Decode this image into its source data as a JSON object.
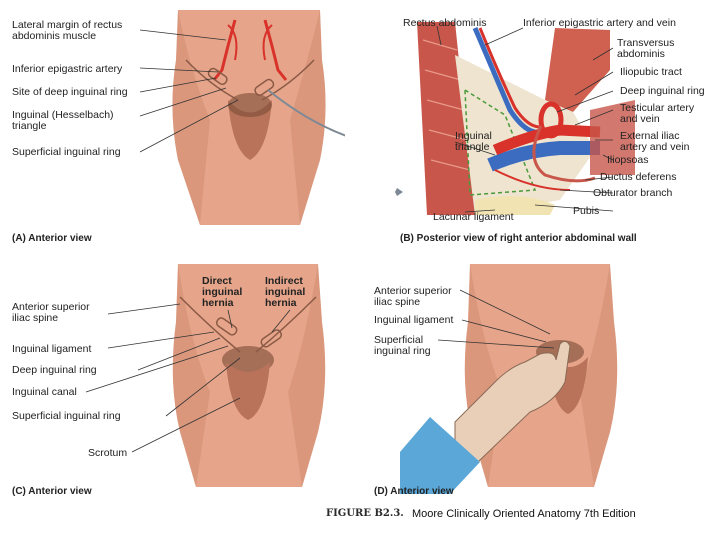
{
  "panel_a": {
    "labels": [
      "Lateral margin of rectus\nabdominis muscle",
      "Inferior epigastric artery",
      "Site of deep inguinal ring",
      "Inguinal (Hesselbach)\ntriangle",
      "Superficial inguinal ring"
    ],
    "caption": "(A) Anterior view"
  },
  "panel_b": {
    "labels_top_left": "Rectus abdominis",
    "labels_top_right": "Inferior epigastric artery and vein",
    "labels_right": [
      "Transversus\nabdominis",
      "Iliopubic tract",
      "Deep inguinal ring",
      "Testicular artery\nand vein",
      "External iliac\nartery and vein",
      "Iliopsoas",
      "Ductus deferens",
      "Obturator branch",
      "Pubis"
    ],
    "label_triangle": "Inguinal\ntriangle",
    "label_lacunar": "Lacunar ligament",
    "caption": "(B) Posterior view of right anterior abdominal wall"
  },
  "panel_c": {
    "labels_left": [
      "Anterior superior\niliac spine",
      "Inguinal ligament",
      "Deep inguinal ring",
      "Inguinal canal",
      "Superficial inguinal ring",
      "Scrotum"
    ],
    "label_direct": "Direct\ninguinal\nhernia",
    "label_indirect": "Indirect\ninguinal\nhernia",
    "caption": "(C) Anterior view"
  },
  "panel_d": {
    "labels": [
      "Anterior superior\niliac spine",
      "Inguinal ligament",
      "Superficial\ninguinal ring"
    ],
    "caption": "(D) Anterior view"
  },
  "footer": {
    "figure_label": "FIGURE B2.3.",
    "credit": "Moore Clinically Oriented Anatomy 7th Edition"
  },
  "colors": {
    "skin": "#e6a58a",
    "skin_shadow": "#c47e62",
    "artery": "#d8322a",
    "vein": "#3c6cc0",
    "muscle": "#c8564a",
    "glove": "#5aa7d8"
  }
}
